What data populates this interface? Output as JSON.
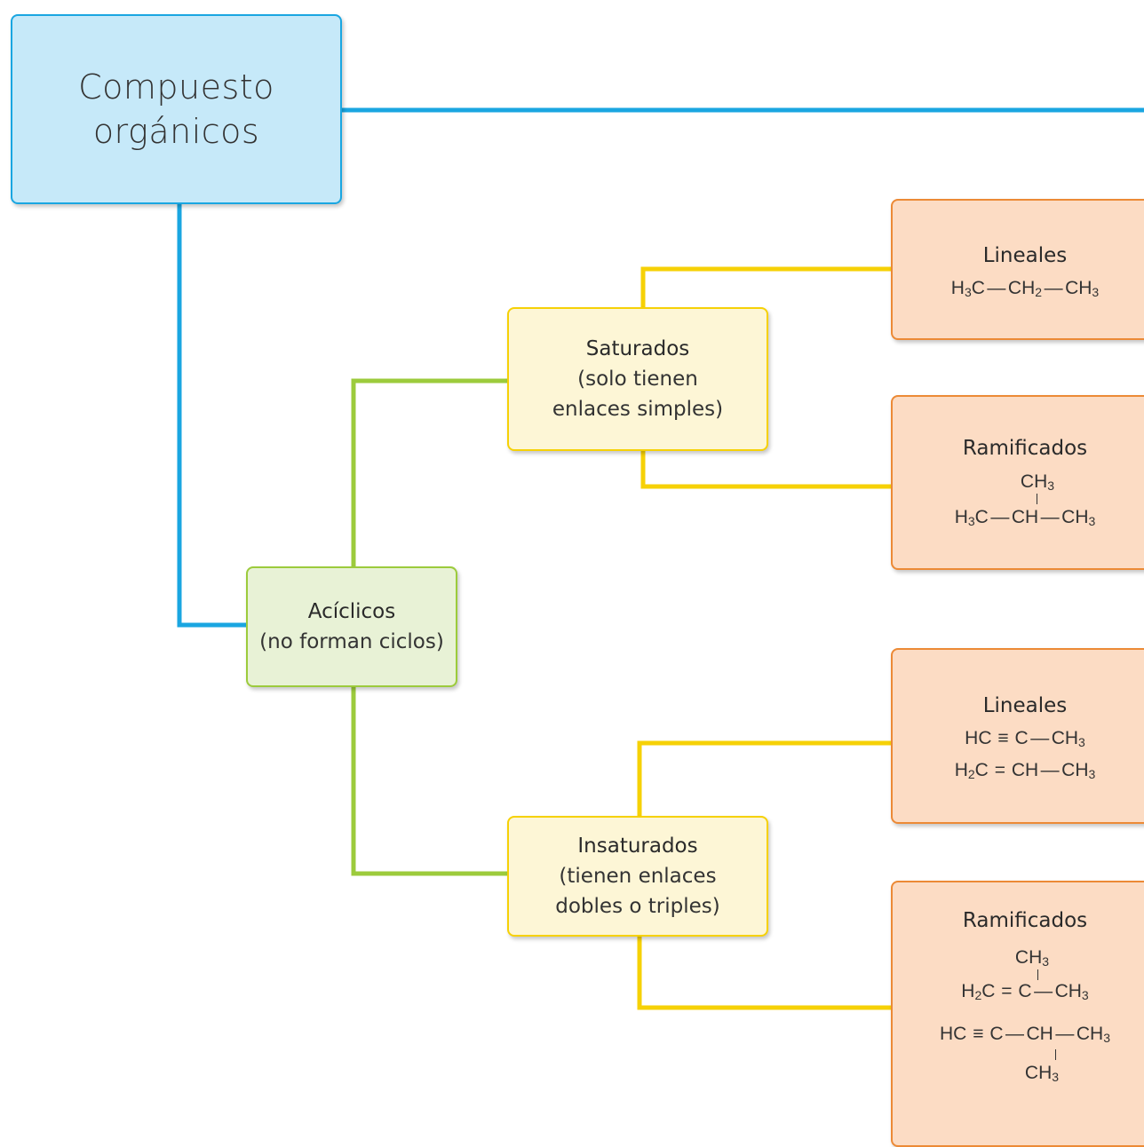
{
  "colors": {
    "root_fill": "#c6e9f9",
    "root_border": "#1aa6e1",
    "acyclic_fill": "#e8f2d6",
    "acyclic_border": "#9ccb3c",
    "yellow_fill": "#fdf6d6",
    "yellow_border": "#f6d106",
    "orange_fill": "#fcdcc4",
    "orange_border": "#ec8a36"
  },
  "root": {
    "line1": "Compuesto",
    "line2": "orgánicos"
  },
  "aciclicos": {
    "title": "Acíclicos",
    "desc": "(no forman ciclos)"
  },
  "saturados": {
    "title": "Saturados",
    "desc1": "(solo tienen",
    "desc2": "enlaces simples)"
  },
  "insaturados": {
    "title": "Insaturados",
    "desc1": "(tienen enlaces",
    "desc2": "dobles o triples)"
  },
  "sat_lineales": {
    "title": "Lineales",
    "formula": "H3C—CH2—CH3"
  },
  "sat_ramificados": {
    "title": "Ramificados",
    "formula": "CH3 / H3C—CH—CH3"
  },
  "ins_lineales": {
    "title": "Lineales",
    "formula1": "HC≡C—CH3",
    "formula2": "H2C=CH—CH3"
  },
  "ins_ramificados": {
    "title": "Ramificados",
    "formula1": "CH3 / H2C=C—CH3",
    "formula2": "HC≡C—CH—CH3 / CH3"
  }
}
